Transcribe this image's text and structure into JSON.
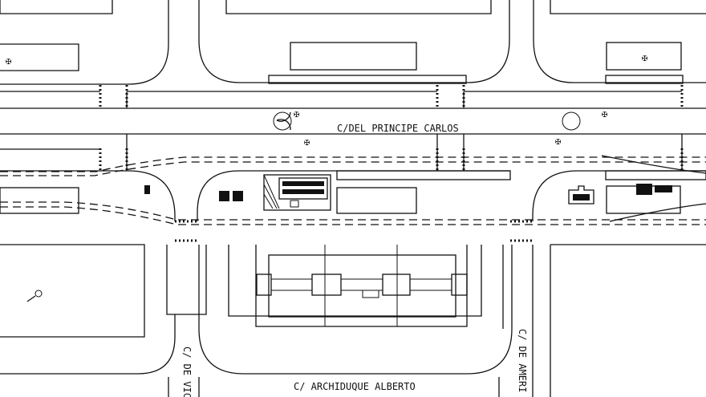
{
  "map": {
    "streets": {
      "principe_carlos": "C/DEL PRINCIPE CARLOS",
      "archiduque_alberto": "C/ ARCHIDUQUE ALBERTO",
      "de_vic": "C/ DE VIC",
      "de_america": "C/ DE AMERI"
    }
  }
}
